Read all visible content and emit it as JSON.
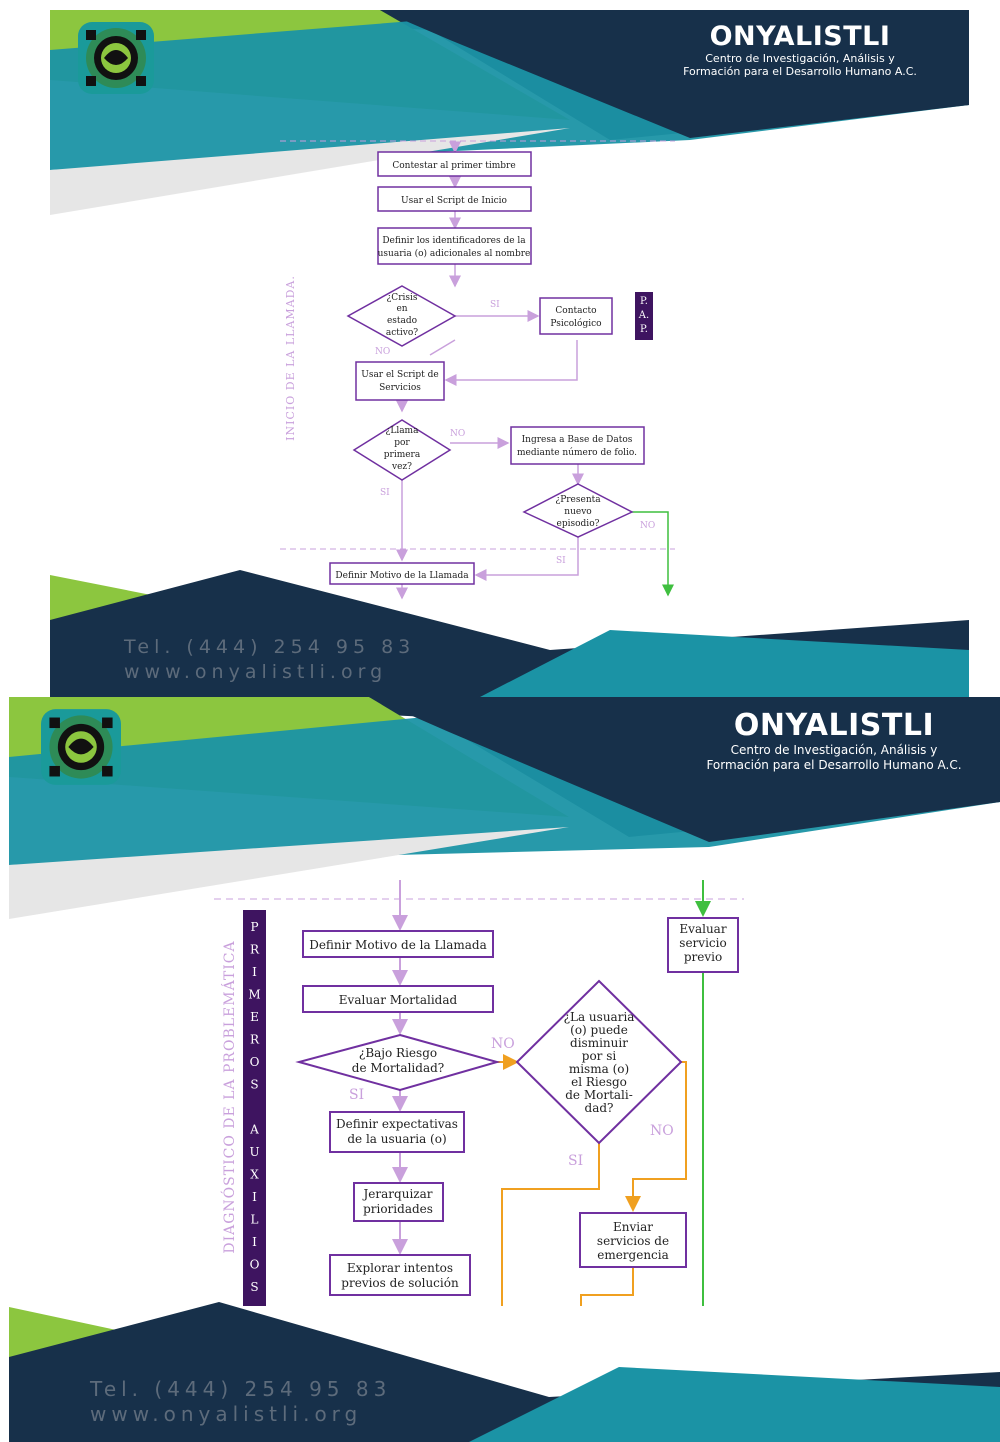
{
  "brand": {
    "name": "ONYALISTLI",
    "subtitle_line1": "Centro de Investigación, Análisis y",
    "subtitle_line2": "Formación para el Desarrollo Humano A.C."
  },
  "contact": {
    "phone": "Tel. (444) 254 95 83",
    "website": "www.onyalistli.org"
  },
  "colors": {
    "dark_navy": "#17304a",
    "teal": "#1b93a5",
    "lime_green": "#8cc63f",
    "purple": "#7030a0",
    "light_purple": "#c9a0dc",
    "dark_purple": "#3e1460",
    "orange": "#f0a020",
    "green_arrow": "#3fbf3f"
  },
  "slide1": {
    "section_label": "INICIO DE LA LLAMADA.",
    "steps": {
      "contestar": "Contestar al primer timbre",
      "script_inicio": "Usar el Script de Inicio",
      "identificadores_1": "Definir los identificadores de la",
      "identificadores_2": "usuaria (o) adicionales al nombre",
      "contacto_1": "Contacto",
      "contacto_2": "Psicológico",
      "script_servicios_1": "Usar el Script de",
      "script_servicios_2": "Servicios",
      "base_datos_1": "Ingresa a Base de Datos",
      "base_datos_2": "mediante número de folio.",
      "motivo": "Definir Motivo de la Llamada"
    },
    "decisions": {
      "crisis": [
        "¿Crisis",
        "en",
        "estado",
        "activo?"
      ],
      "primera": [
        "¿Llama",
        "por",
        "primera",
        "vez?"
      ],
      "episodio": [
        "¿Presenta",
        "nuevo",
        "episodio?"
      ]
    },
    "labels": {
      "si": "SI",
      "no": "NO"
    },
    "pap": [
      "P.",
      "A.",
      "P."
    ]
  },
  "slide2": {
    "section_label": "DIAGNÓSTICO DE LA PROBLEMÁTICA",
    "band_letters": [
      "P",
      "R",
      "I",
      "M",
      "E",
      "R",
      "O",
      "S",
      "",
      "A",
      "U",
      "X",
      "I",
      "L",
      "I",
      "O",
      "S"
    ],
    "steps": {
      "motivo": "Definir Motivo de la Llamada",
      "mortalidad": "Evaluar Mortalidad",
      "expectativas_1": "Definir expectativas",
      "expectativas_2": "de la usuaria (o)",
      "jerarquizar_1": "Jerarquizar",
      "jerarquizar_2": "prioridades",
      "explorar_1": "Explorar intentos",
      "explorar_2": "previos de solución",
      "evaluar_1": "Evaluar",
      "evaluar_2": "servicio",
      "evaluar_3": "previo",
      "enviar_1": "Enviar",
      "enviar_2": "servicios de",
      "enviar_3": "emergencia"
    },
    "decisions": {
      "riesgo": [
        "¿Bajo Riesgo",
        "de Mortalidad?"
      ],
      "disminuir": [
        "¿La usuaria",
        "(o) puede",
        "disminuir",
        "por si",
        "misma (o)",
        "el Riesgo",
        "de Mortali-",
        "dad?"
      ]
    },
    "labels": {
      "si": "SI",
      "no": "NO"
    }
  }
}
